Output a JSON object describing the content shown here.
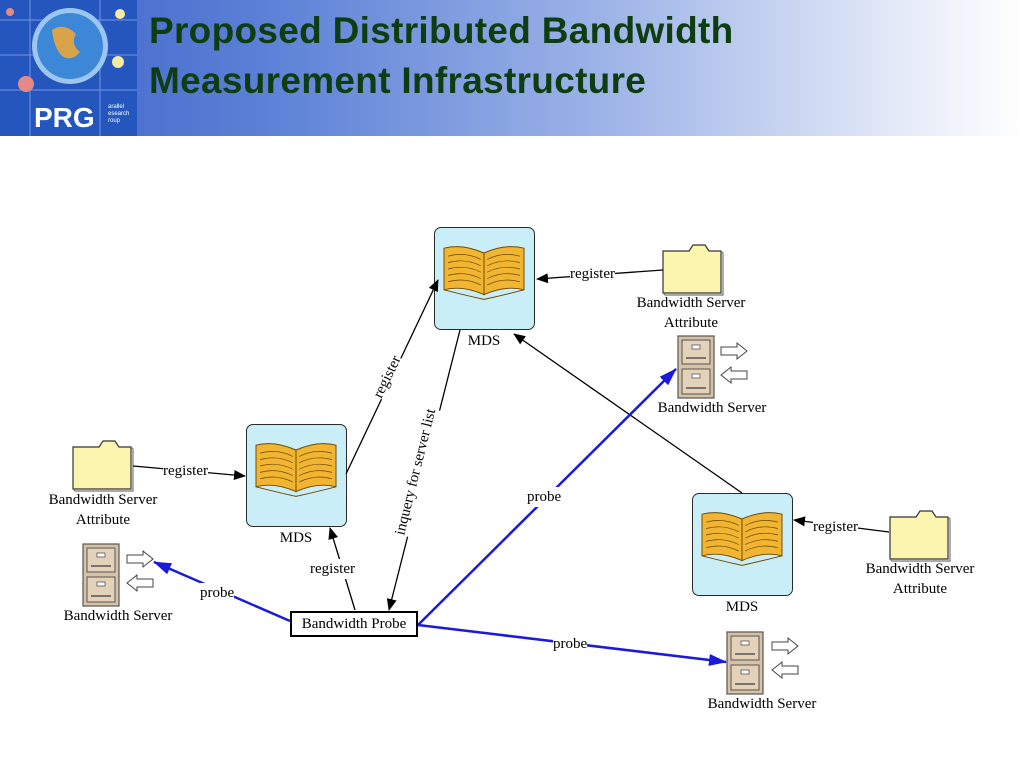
{
  "slide": {
    "title_line1": "Proposed Distributed Bandwidth",
    "title_line2": "Measurement Infrastructure",
    "logo_text": "PRG",
    "logo_subtext": [
      "arallel",
      "esearch",
      "roup"
    ]
  },
  "colors": {
    "title": "#0f3d12",
    "header_start": "#3f64c8",
    "mds_box": "#c9eef8",
    "book": "#f2b531",
    "folder": "#fbf5b0",
    "cabinet": "#d8c2a6",
    "probe_arrow": "#1a1adc",
    "register_arrow": "#000000"
  },
  "diagram": {
    "mds_label": "MDS",
    "bandwidth_server": "Bandwidth Server",
    "server_attribute_line1": "Bandwidth Server",
    "server_attribute_line2": "Attribute",
    "bandwidth_probe": "Bandwidth Probe",
    "edges": {
      "register": "register",
      "probe": "probe",
      "inquery": "inquery for server list"
    }
  }
}
